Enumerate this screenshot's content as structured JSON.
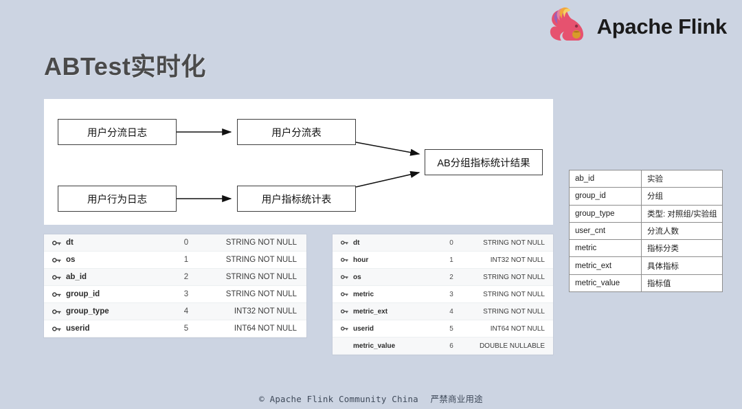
{
  "brand": {
    "name": "Apache Flink",
    "logo_icon": "flink-squirrel-logo",
    "logo_colors": {
      "body": "#e6526f",
      "tail_purple": "#9c5fb5",
      "tail_orange": "#f2a73b",
      "tail_pink": "#e87f9e",
      "acorn": "#d99a2b"
    }
  },
  "slide": {
    "title": "ABTest实时化",
    "title_color": "#4a4a4a",
    "background_color": "#ccd4e2"
  },
  "diagram": {
    "boxes": [
      {
        "id": "user-split-log",
        "label": "用户分流日志"
      },
      {
        "id": "user-split-table",
        "label": "用户分流表"
      },
      {
        "id": "user-behavior-log",
        "label": "用户行为日志"
      },
      {
        "id": "user-metric-table",
        "label": "用户指标统计表"
      },
      {
        "id": "ab-group-result",
        "label": "AB分组指标统计结果"
      }
    ],
    "arrows": [
      {
        "from": "user-split-log",
        "to": "user-split-table"
      },
      {
        "from": "user-behavior-log",
        "to": "user-metric-table"
      },
      {
        "from": "user-split-table",
        "to": "ab-group-result"
      },
      {
        "from": "user-metric-table",
        "to": "ab-group-result"
      }
    ]
  },
  "schema_left": {
    "name": "user-split-table-schema",
    "key_icon": "key-icon",
    "rows": [
      {
        "field": "dt",
        "index": "0",
        "type": "STRING NOT NULL",
        "key": true
      },
      {
        "field": "os",
        "index": "1",
        "type": "STRING NOT NULL",
        "key": true
      },
      {
        "field": "ab_id",
        "index": "2",
        "type": "STRING NOT NULL",
        "key": true
      },
      {
        "field": "group_id",
        "index": "3",
        "type": "STRING NOT NULL",
        "key": true
      },
      {
        "field": "group_type",
        "index": "4",
        "type": "INT32 NOT NULL",
        "key": true
      },
      {
        "field": "userid",
        "index": "5",
        "type": "INT64 NOT NULL",
        "key": true
      }
    ]
  },
  "schema_middle": {
    "name": "user-metric-table-schema",
    "key_icon": "key-icon",
    "rows": [
      {
        "field": "dt",
        "index": "0",
        "type": "STRING NOT NULL",
        "key": true
      },
      {
        "field": "hour",
        "index": "1",
        "type": "INT32 NOT NULL",
        "key": true
      },
      {
        "field": "os",
        "index": "2",
        "type": "STRING NOT NULL",
        "key": true
      },
      {
        "field": "metric",
        "index": "3",
        "type": "STRING NOT NULL",
        "key": true
      },
      {
        "field": "metric_ext",
        "index": "4",
        "type": "STRING NOT NULL",
        "key": true
      },
      {
        "field": "userid",
        "index": "5",
        "type": "INT64 NOT NULL",
        "key": true
      },
      {
        "field": "metric_value",
        "index": "6",
        "type": "DOUBLE NULLABLE",
        "key": false
      }
    ]
  },
  "dictionary": {
    "name": "ab-result-field-dictionary",
    "rows": [
      {
        "field": "ab_id",
        "desc": "实验"
      },
      {
        "field": "group_id",
        "desc": "分组"
      },
      {
        "field": "group_type",
        "desc": "类型: 对照组/实验组"
      },
      {
        "field": "user_cnt",
        "desc": "分流人数"
      },
      {
        "field": "metric",
        "desc": "指标分类"
      },
      {
        "field": "metric_ext",
        "desc": "具体指标"
      },
      {
        "field": "metric_value",
        "desc": "指标值"
      }
    ]
  },
  "footer": {
    "copyright": "© Apache Flink Community China",
    "notice": "严禁商业用途"
  }
}
